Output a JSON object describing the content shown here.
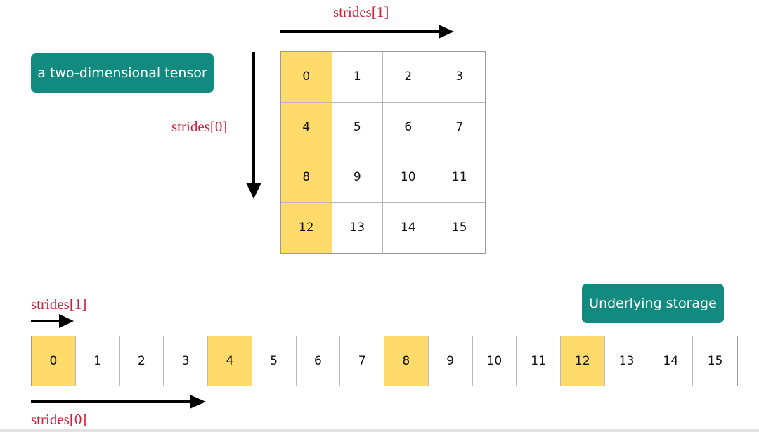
{
  "badges": {
    "tensor": "a two-dimensional tensor",
    "storage": "Underlying storage"
  },
  "labels": {
    "top_strides1": "strides[1]",
    "strides0": "strides[0]",
    "bottom_strides1": "strides[1]",
    "bottom_strides0": "strides[0]"
  },
  "tensor_cells": [
    "0",
    "1",
    "2",
    "3",
    "4",
    "5",
    "6",
    "7",
    "8",
    "9",
    "10",
    "11",
    "12",
    "13",
    "14",
    "15"
  ],
  "storage_cells": [
    "0",
    "1",
    "2",
    "3",
    "4",
    "5",
    "6",
    "7",
    "8",
    "9",
    "10",
    "11",
    "12",
    "13",
    "14",
    "15"
  ],
  "highlighted": [
    "0",
    "4",
    "8",
    "12"
  ],
  "colors": {
    "accent": "#138a80",
    "highlight": "#fedb6a",
    "stride_text": "#d21f3c"
  }
}
